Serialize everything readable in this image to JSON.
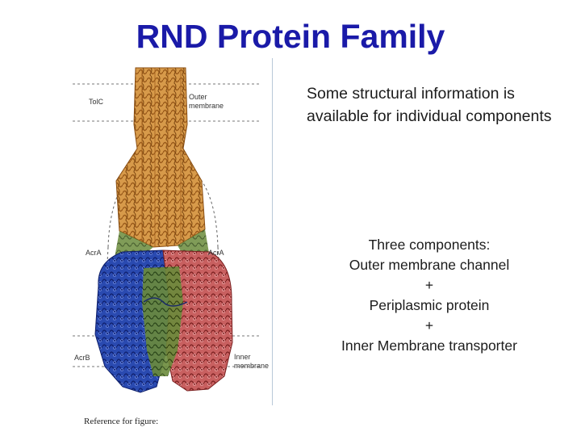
{
  "slide": {
    "title": "RND Protein Family",
    "text_top": "Some structural information is available for individual components",
    "components": [
      "Three components:",
      "Outer membrane channel",
      "+",
      "Periplasmic protein",
      "+",
      "Inner Membrane transporter"
    ],
    "caption": "Reference for figure:"
  },
  "figure": {
    "labels": {
      "tolc": "TolC",
      "outer_membrane_1": "Outer",
      "outer_membrane_2": "membrane",
      "acra_left": "AcrA",
      "acra_right": "AcrA",
      "acrb": "AcrB",
      "inner_membrane_1": "Inner",
      "inner_membrane_2": "membrane"
    },
    "colors": {
      "tolc": "#c8822e",
      "acra": "#7a9a3a",
      "acrb_blue": "#1f3f9a",
      "acrb_green": "#5a7a3a",
      "acrb_red": "#b84848"
    }
  }
}
